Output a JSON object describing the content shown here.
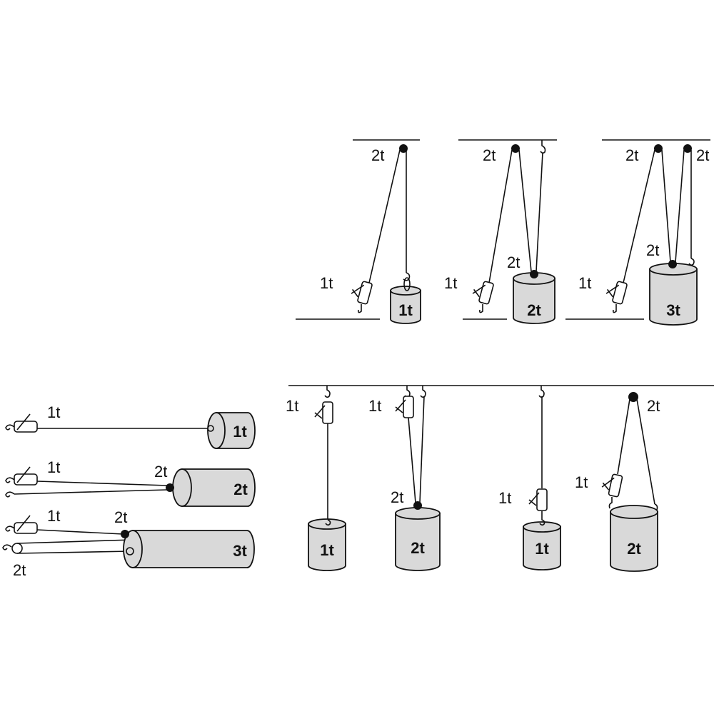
{
  "labels": {
    "one_t": "1t",
    "two_t": "2t",
    "three_t": "3t"
  },
  "colors": {
    "ink": "#111111",
    "load_fill": "#d9d9d9"
  }
}
